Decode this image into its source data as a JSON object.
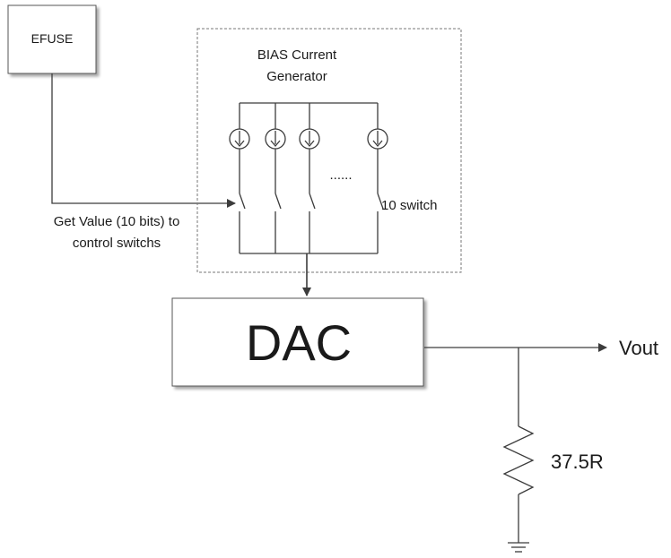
{
  "efuse": {
    "label": "EFUSE"
  },
  "bias": {
    "title_line1": "BIAS Current",
    "title_line2": "Generator"
  },
  "ellipsis": "......",
  "switch_count_label": "10 switch",
  "control": {
    "line1": "Get Value (10 bits) to",
    "line2": "control switchs"
  },
  "dac": {
    "label": "DAC"
  },
  "output": {
    "label": "Vout"
  },
  "resistor": {
    "label": "37.5R"
  }
}
